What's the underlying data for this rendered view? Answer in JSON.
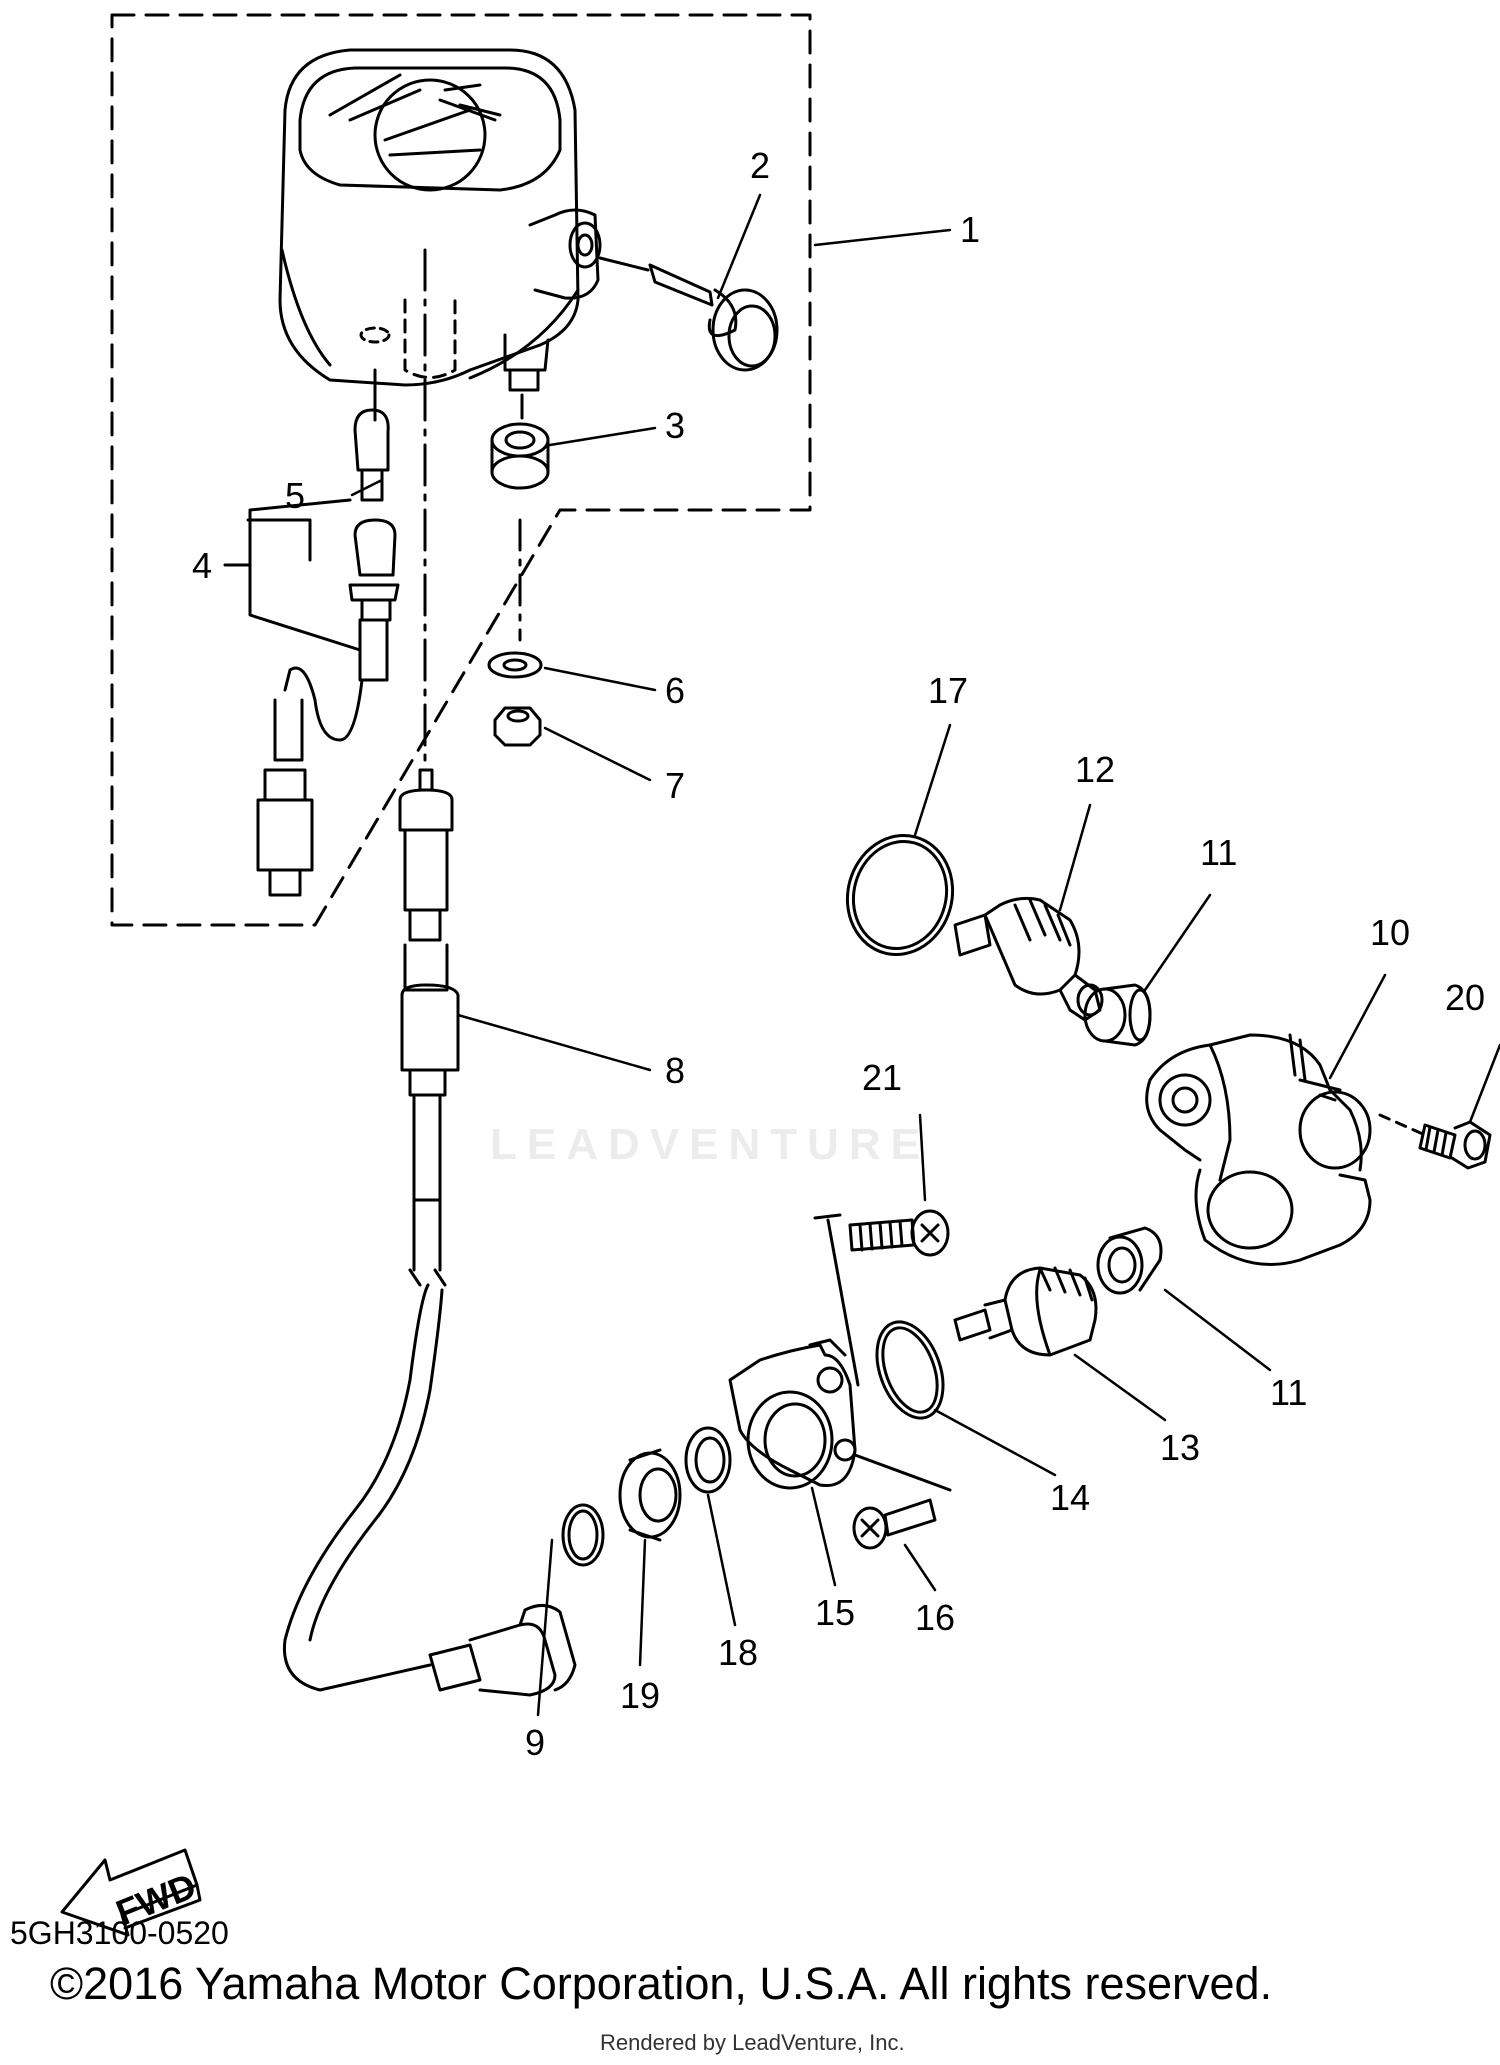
{
  "diagram": {
    "code": "5GH3100-0520",
    "copyright": "©2016 Yamaha Motor Corporation, U.S.A. All rights reserved.",
    "rendered_by": "Rendered by LeadVenture, Inc.",
    "watermark": "LEADVENTURE",
    "fwd_label": "FWD",
    "callouts": {
      "c1": "1",
      "c2": "2",
      "c3": "3",
      "c4": "4",
      "c5": "5",
      "c6": "6",
      "c7": "7",
      "c8": "8",
      "c9": "9",
      "c10": "10",
      "c11a": "11",
      "c11b": "11",
      "c12": "12",
      "c13": "13",
      "c14": "14",
      "c15": "15",
      "c16": "16",
      "c17": "17",
      "c18": "18",
      "c19": "19",
      "c20": "20",
      "c21": "21"
    }
  }
}
